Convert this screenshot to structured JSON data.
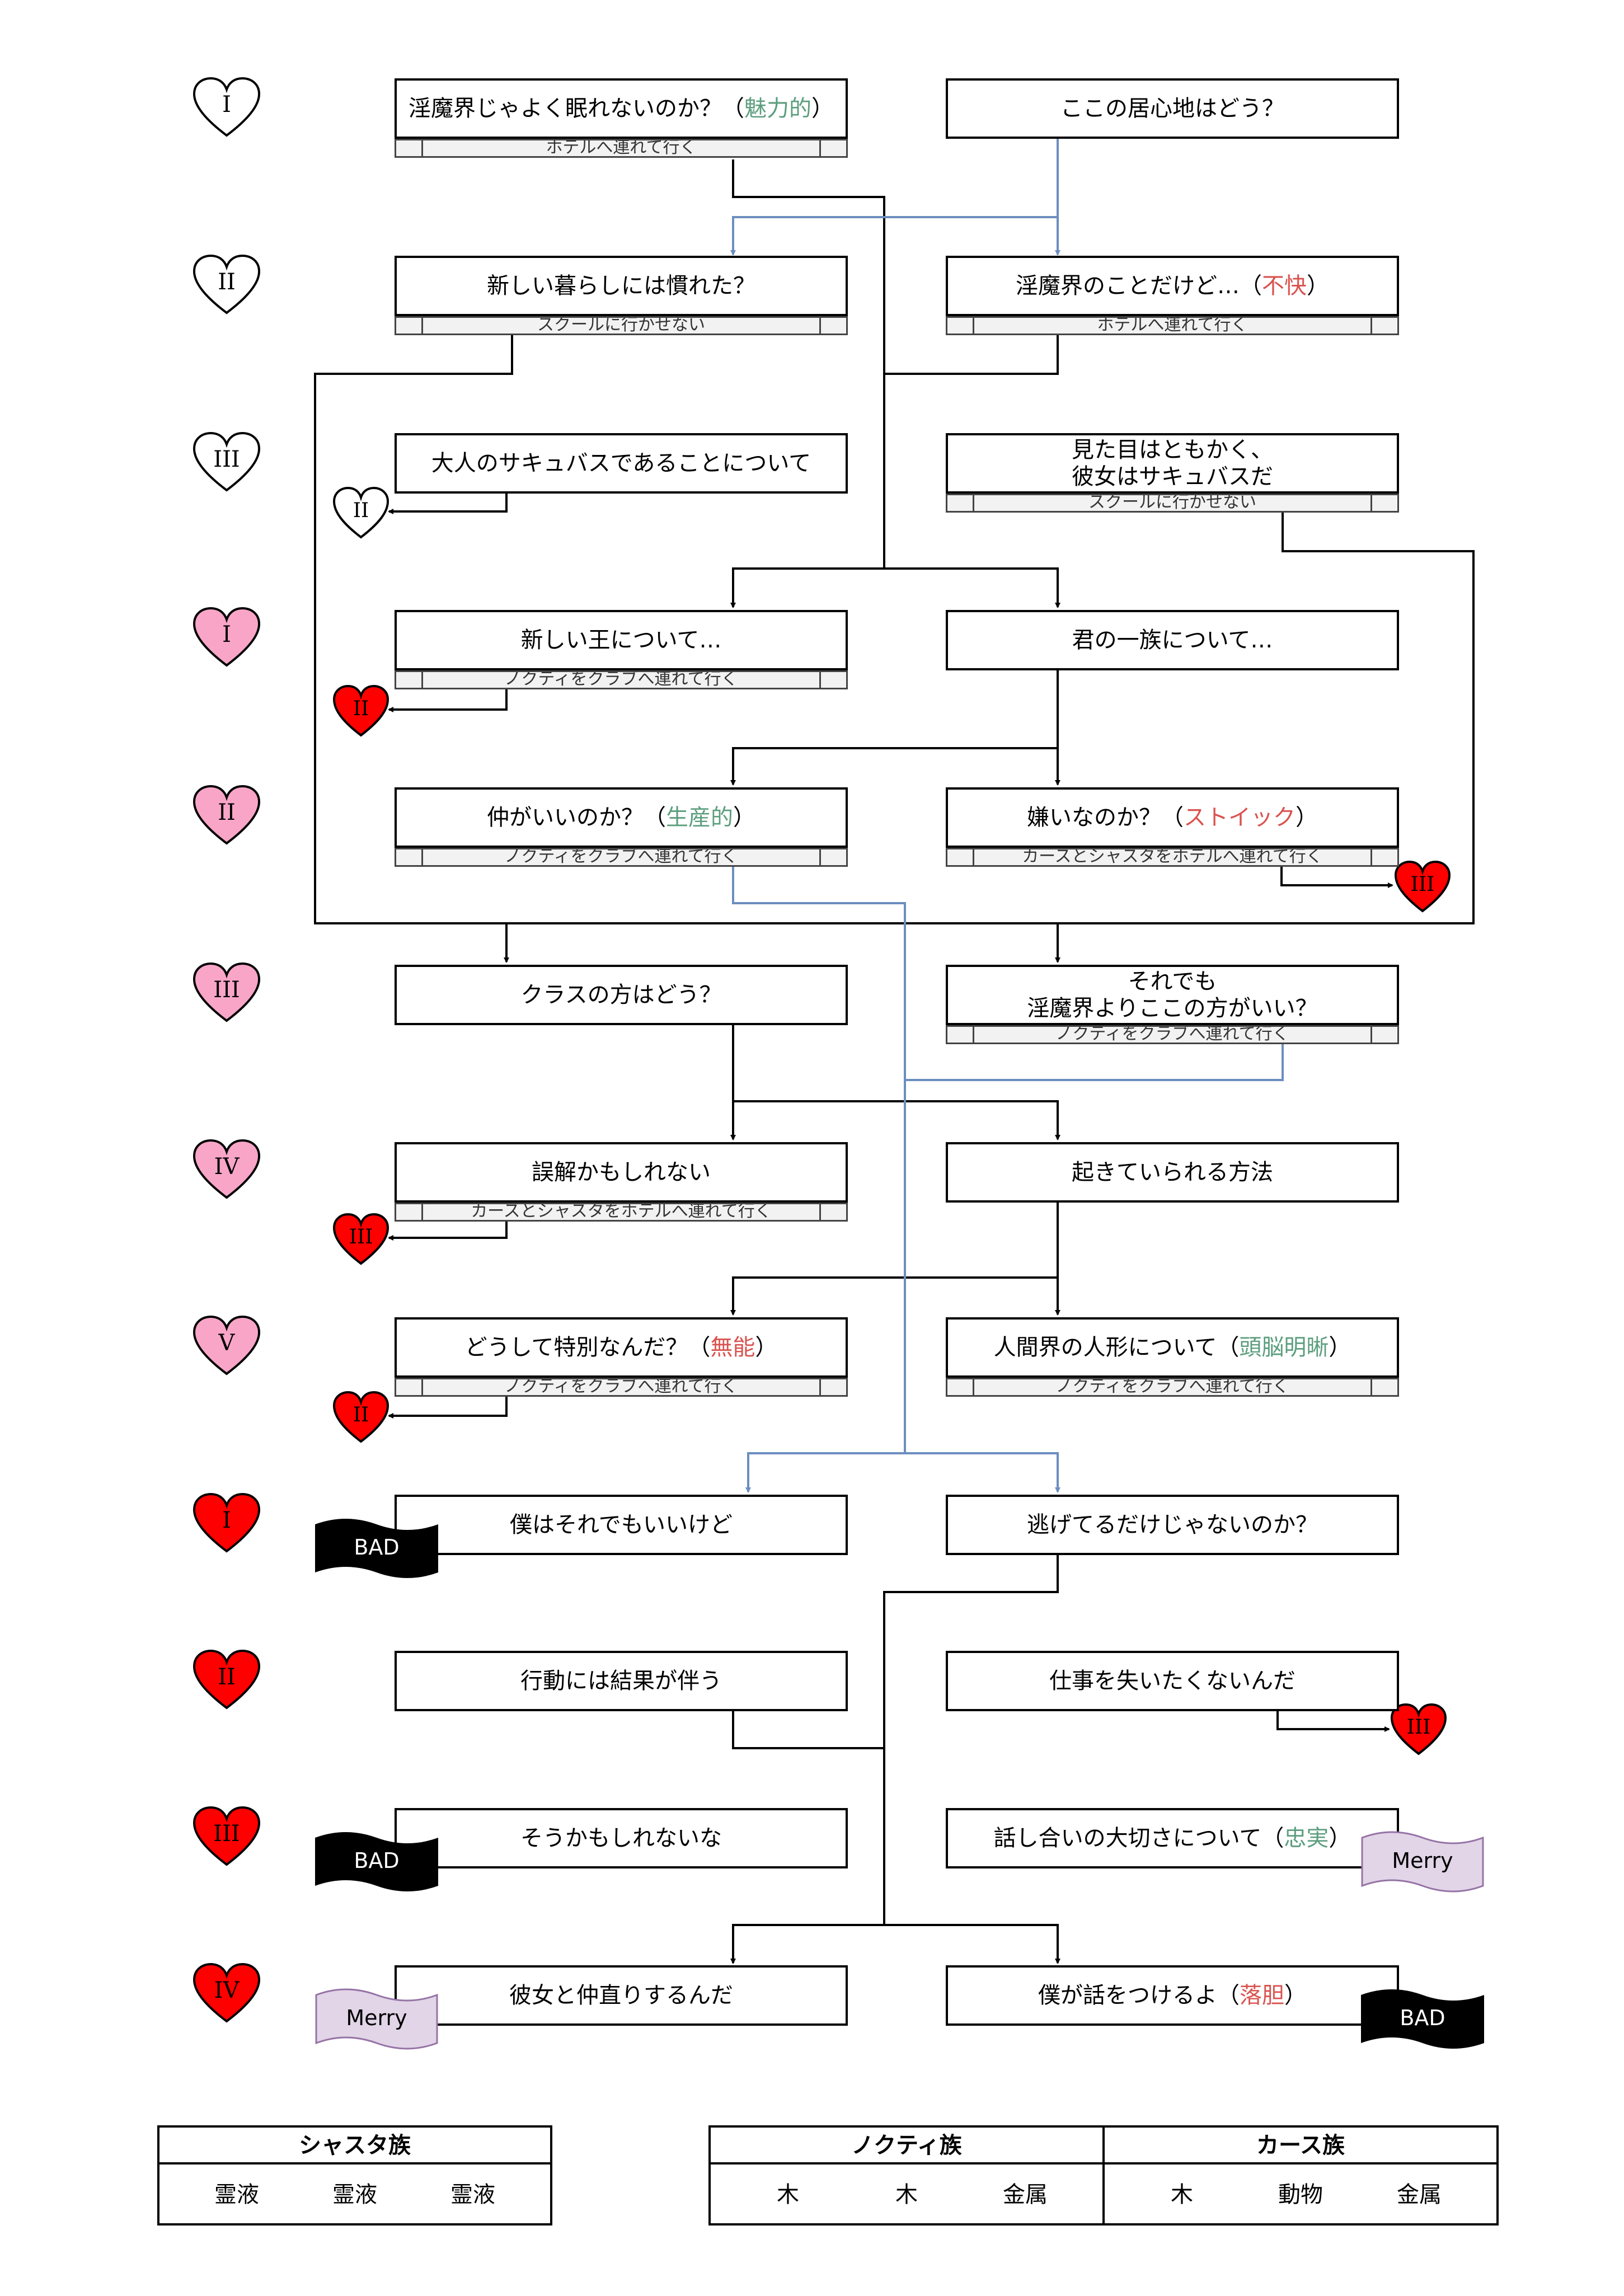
{
  "colors": {
    "accent_green": "#5c9e7e",
    "accent_red": "#d9534f",
    "arrow_blue": "#6c8ebf",
    "heart_pink": "#f8a5c8",
    "heart_red": "#ff0000",
    "bad_black": "#000000",
    "merry_lilac": "#e1d5e7"
  },
  "rows": [
    {
      "label": "I",
      "style": "white"
    },
    {
      "label": "II",
      "style": "white"
    },
    {
      "label": "III",
      "style": "white"
    },
    {
      "label": "I",
      "style": "pink"
    },
    {
      "label": "II",
      "style": "pink"
    },
    {
      "label": "III",
      "style": "pink"
    },
    {
      "label": "IV",
      "style": "pink"
    },
    {
      "label": "V",
      "style": "pink"
    },
    {
      "label": "I",
      "style": "red"
    },
    {
      "label": "II",
      "style": "red"
    },
    {
      "label": "III",
      "style": "red"
    },
    {
      "label": "IV",
      "style": "red"
    }
  ],
  "nodes": {
    "n1": {
      "pre": "淫魔界じゃよく眠れないのか？（",
      "hl": "魅力的",
      "post": "）",
      "hl_color": "green",
      "strip": "ホテルへ連れて行く"
    },
    "n2": {
      "text": "ここの居心地はどう？"
    },
    "n3": {
      "text": "新しい暮らしには慣れた？",
      "strip": "スクールに行かせない"
    },
    "n4": {
      "pre": "淫魔界のことだけど…（",
      "hl": "不快",
      "post": "）",
      "hl_color": "red",
      "strip": "ホテルへ連れて行く"
    },
    "n5": {
      "text": "大人のサキュバスであることについて"
    },
    "n6": {
      "text": "見た目はともかく、\n彼女はサキュバスだ",
      "strip": "スクールに行かせない"
    },
    "n7": {
      "text": "新しい王について…",
      "strip": "ノクティをクラブへ連れて行く"
    },
    "n8": {
      "text": "君の一族について…"
    },
    "n9": {
      "pre": "仲がいいのか？（",
      "hl": "生産的",
      "post": "）",
      "hl_color": "green",
      "strip": "ノクティをクラブへ連れて行く"
    },
    "n10": {
      "pre": "嫌いなのか？（",
      "hl": "ストイック",
      "post": "）",
      "hl_color": "red",
      "strip": "カースとシャスタをホテルへ連れて行く"
    },
    "n11": {
      "text": "クラスの方はどう？"
    },
    "n12": {
      "text": "それでも\n淫魔界よりここの方がいい？",
      "strip": "ノクティをクラブへ連れて行く"
    },
    "n13": {
      "text": "誤解かもしれない",
      "strip": "カースとシャスタをホテルへ連れて行く"
    },
    "n14": {
      "text": "起きていられる方法"
    },
    "n15": {
      "pre": "どうして特別なんだ？（",
      "hl": "無能",
      "post": "）",
      "hl_color": "red",
      "strip": "ノクティをクラブへ連れて行く"
    },
    "n16": {
      "pre": "人間界の人形について（",
      "hl": "頭脳明晰",
      "post": "）",
      "hl_color": "green",
      "strip": "ノクティをクラブへ連れて行く"
    },
    "n17": {
      "text": "僕はそれでもいいけど"
    },
    "n18": {
      "text": "逃げてるだけじゃないのか？"
    },
    "n19": {
      "text": "行動には結果が伴う"
    },
    "n20": {
      "text": "仕事を失いたくないんだ"
    },
    "n21": {
      "text": "そうかもしれないな"
    },
    "n22": {
      "pre": "話し合いの大切さについて（",
      "hl": "忠実",
      "post": "）",
      "hl_color": "green"
    },
    "n23": {
      "text": "彼女と仲直りするんだ"
    },
    "n24": {
      "pre": "僕が話をつけるよ（",
      "hl": "落胆",
      "post": "）",
      "hl_color": "red"
    }
  },
  "markers": {
    "jump_white_ii": "II",
    "jump_red_ii_a": "II",
    "jump_red_iii_a": "III",
    "jump_red_iii_b": "III",
    "jump_red_ii_b": "II",
    "jump_red_iii_c": "III",
    "bad": "BAD",
    "merry": "Merry"
  },
  "legend": {
    "shasta": {
      "title": "シャスタ族",
      "items": [
        "霊液",
        "霊液",
        "霊液"
      ]
    },
    "nocti": {
      "title": "ノクティ族",
      "items": [
        "木",
        "木",
        "金属"
      ]
    },
    "curse": {
      "title": "カース族",
      "items": [
        "木",
        "動物",
        "金属"
      ]
    }
  }
}
